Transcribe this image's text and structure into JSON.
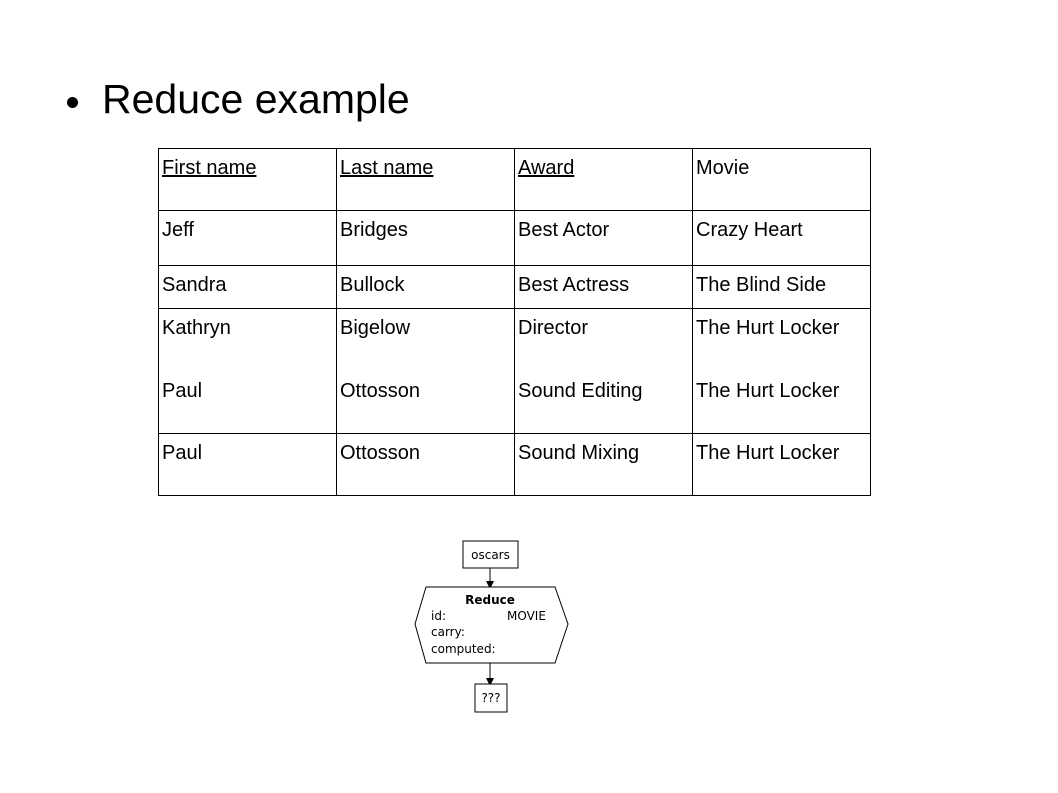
{
  "slide": {
    "title": "Reduce example"
  },
  "table": {
    "headers": [
      "First name",
      "Last name",
      "Award",
      "Movie"
    ],
    "rows": [
      [
        "Jeff",
        "Bridges",
        "Best Actor",
        "Crazy Heart"
      ],
      [
        "Sandra",
        "Bullock",
        "Best Actress",
        "The Blind Side"
      ],
      [
        "Kathryn",
        "Bigelow",
        "Director",
        "The Hurt Locker"
      ],
      [
        "Paul",
        "Ottosson",
        "Sound Editing",
        "The Hurt Locker"
      ],
      [
        "Paul",
        "Ottosson",
        "Sound Mixing",
        "The Hurt Locker"
      ]
    ]
  },
  "diagram": {
    "input_label": "oscars",
    "reduce_title": "Reduce",
    "id_label": "id:",
    "id_value": "MOVIE",
    "carry_label": "carry:",
    "computed_label": "computed:",
    "output_label": "???"
  }
}
